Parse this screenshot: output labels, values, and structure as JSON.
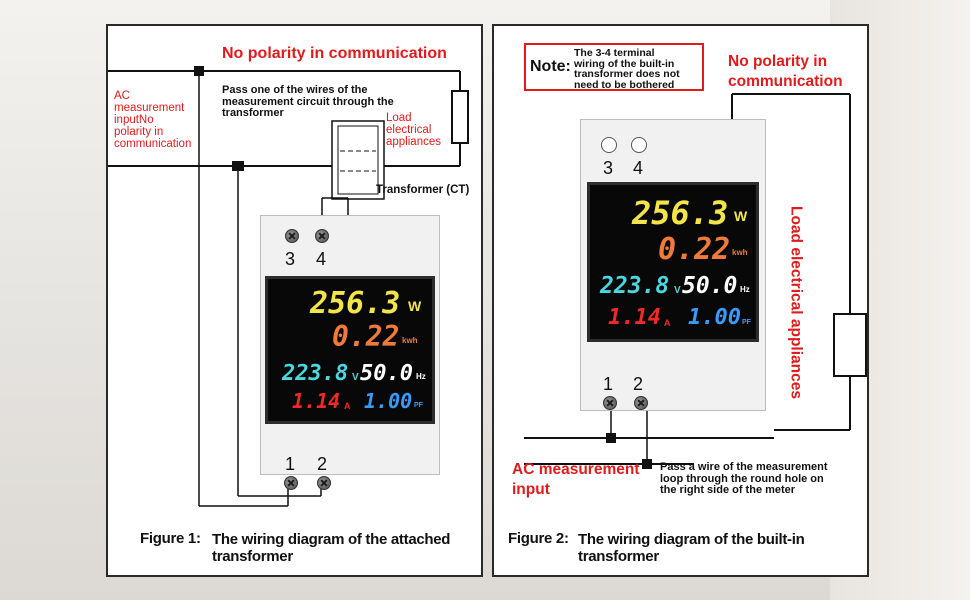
{
  "figure1": {
    "title": "No polarity in communication",
    "ac_label_lines": [
      "AC",
      "measurement",
      "inputNo",
      "polarity in",
      "communication"
    ],
    "pass_wire_lines": [
      "Pass one of the wires of the",
      "measurement circuit through the",
      "transformer"
    ],
    "load_lines": [
      "Load",
      "electrical",
      "appliances"
    ],
    "transformer_label": "Transformer (CT)",
    "terminals_top": [
      "3",
      "4"
    ],
    "terminals_bottom": [
      "1",
      "2"
    ],
    "caption_prefix": "Figure 1:",
    "caption_lines": [
      "The wiring diagram of the attached",
      "transformer"
    ]
  },
  "figure2": {
    "note_label": "Note:",
    "note_lines": [
      "The 3-4 terminal",
      "wiring of the built-in",
      "transformer does not",
      "need to be bothered"
    ],
    "title_lines": [
      "No polarity in",
      "communication"
    ],
    "load_vertical": "Load electrical appliances",
    "ac_label_lines": [
      "AC measurement",
      "input"
    ],
    "pass_wire_lines": [
      "Pass a wire of the measurement",
      "loop through the round hole on",
      "the right side of the meter"
    ],
    "terminals_top": [
      "3",
      "4"
    ],
    "terminals_bottom": [
      "1",
      "2"
    ],
    "caption_prefix": "Figure 2:",
    "caption_lines": [
      "The wiring diagram of the built-in",
      "transformer"
    ]
  },
  "display": {
    "power": "256.3",
    "power_unit": "W",
    "energy": "0.22",
    "energy_unit": "kwh",
    "voltage": "223.8",
    "voltage_unit": "V",
    "frequency": "50.0",
    "frequency_unit": "Hz",
    "current": "1.14",
    "current_unit": "A",
    "pf": "1.00",
    "pf_unit": "PF"
  },
  "colors": {
    "red": "#e01b1b",
    "power": "#f3e44a",
    "energy": "#f07a3a",
    "voltage": "#48d8e0",
    "frequency": "#ffffff",
    "current": "#f02a2a",
    "pf": "#3a9bff"
  }
}
